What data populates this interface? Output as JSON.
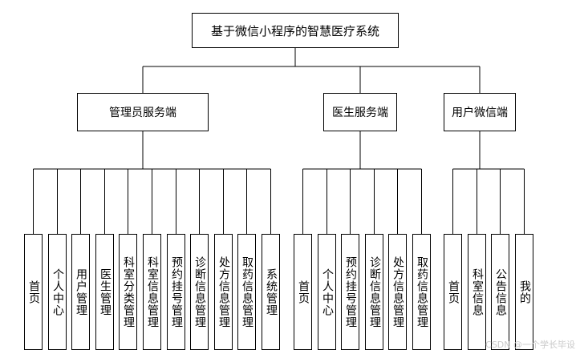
{
  "root": {
    "label": "基于微信小程序的智慧医疗系统"
  },
  "branches": [
    {
      "label": "管理员服务端",
      "leaves": [
        "首页",
        "个人中心",
        "用户管理",
        "医生管理",
        "科室分类管理",
        "科室信息管理",
        "预约挂号管理",
        "诊断信息管理",
        "处方信息管理",
        "取药信息管理",
        "系统管理"
      ]
    },
    {
      "label": "医生服务端",
      "leaves": [
        "首页",
        "个人中心",
        "预约挂号管理",
        "诊断信息管理",
        "处方信息管理",
        "取药信息管理"
      ]
    },
    {
      "label": "用户微信端",
      "leaves": [
        "首页",
        "科室信息",
        "公告信息",
        "我的"
      ]
    }
  ],
  "watermark": "CSDN @一个学长毕设"
}
